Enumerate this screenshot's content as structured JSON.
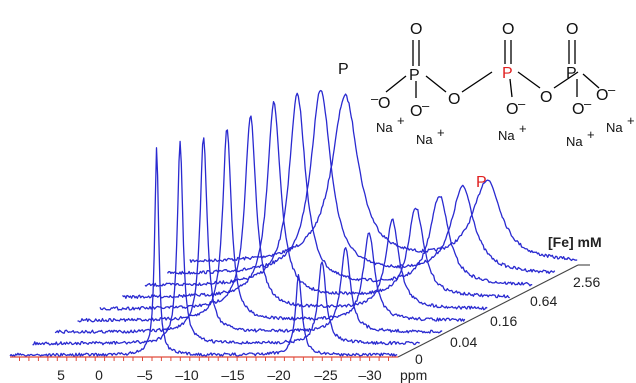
{
  "chart_data": {
    "type": "line",
    "title": "",
    "xlabel": "ppm",
    "x_ticks": [
      "5",
      "0",
      "–5",
      "–10",
      "–15",
      "–20",
      "–25",
      "–30"
    ],
    "x_tick_values": [
      5,
      0,
      -5,
      -10,
      -15,
      -20,
      -25,
      -30
    ],
    "xlim": [
      8,
      -33
    ],
    "fe_axis_label": "[Fe] mM",
    "fe_ticks": [
      "0",
      "0.04",
      "0.16",
      "0.64",
      "2.56"
    ],
    "annotations": [
      "P",
      "P"
    ],
    "series": [
      {
        "peaks": [
          {
            "ppm": -7.5,
            "height": 1.0,
            "width": 0.25
          },
          {
            "ppm": -22.5,
            "height": 0.38,
            "width": 0.4
          }
        ]
      },
      {
        "peaks": [
          {
            "ppm": -7.6,
            "height": 0.98,
            "width": 0.35
          },
          {
            "ppm": -22.6,
            "height": 0.4,
            "width": 0.5
          }
        ]
      },
      {
        "peaks": [
          {
            "ppm": -7.7,
            "height": 0.96,
            "width": 0.45
          },
          {
            "ppm": -22.7,
            "height": 0.42,
            "width": 0.6
          }
        ]
      },
      {
        "peaks": [
          {
            "ppm": -7.8,
            "height": 0.96,
            "width": 0.55
          },
          {
            "ppm": -22.8,
            "height": 0.44,
            "width": 0.7
          }
        ]
      },
      {
        "peaks": [
          {
            "ppm": -7.9,
            "height": 0.98,
            "width": 0.7
          },
          {
            "ppm": -22.9,
            "height": 0.45,
            "width": 0.85
          }
        ]
      },
      {
        "peaks": [
          {
            "ppm": -8.0,
            "height": 1.0,
            "width": 0.85
          },
          {
            "ppm": -23.0,
            "height": 0.46,
            "width": 1.0
          }
        ]
      },
      {
        "peaks": [
          {
            "ppm": -8.1,
            "height": 1.0,
            "width": 1.05
          },
          {
            "ppm": -23.1,
            "height": 0.47,
            "width": 1.2
          }
        ]
      },
      {
        "peaks": [
          {
            "ppm": -8.2,
            "height": 0.98,
            "width": 1.3
          },
          {
            "ppm": -23.2,
            "height": 0.46,
            "width": 1.45
          }
        ]
      },
      {
        "peaks": [
          {
            "ppm": -8.4,
            "height": 0.9,
            "width": 1.7
          },
          {
            "ppm": -23.4,
            "height": 0.44,
            "width": 1.8
          }
        ]
      }
    ]
  },
  "structure": {
    "oxygen": "O",
    "phosphorus": "P",
    "minus": "–",
    "sodium": "Na",
    "plus": "+"
  },
  "colors": {
    "spectrum": "#2a2ad0",
    "highlight": "#e02020",
    "ppm_axis": "#e04a3a"
  }
}
